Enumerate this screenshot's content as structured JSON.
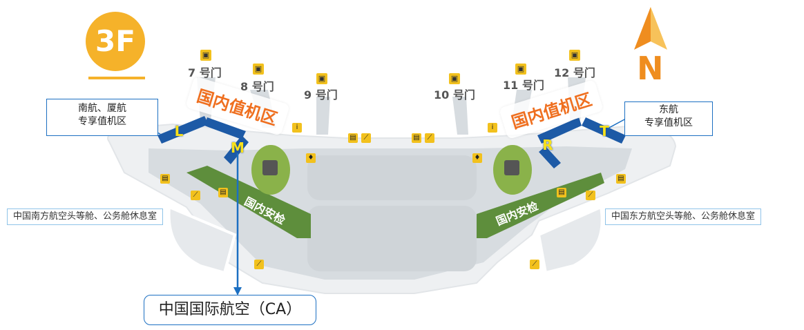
{
  "floor": {
    "label": "3F"
  },
  "compass": {
    "label": "N",
    "color": "#ef8d1f"
  },
  "gates": [
    {
      "label": "7 号门"
    },
    {
      "label": "8 号门"
    },
    {
      "label": "9 号门"
    },
    {
      "label": "10 号门"
    },
    {
      "label": "11 号门"
    },
    {
      "label": "12 号门"
    }
  ],
  "checkin_zones": [
    {
      "label": "国内值机区"
    },
    {
      "label": "国内值机区"
    }
  ],
  "counters": [
    {
      "letter": "L"
    },
    {
      "letter": "M"
    },
    {
      "letter": "R"
    },
    {
      "letter": "T"
    }
  ],
  "callouts": {
    "left_private_checkin": {
      "line1": "南航、厦航",
      "line2": "专享值机区"
    },
    "right_private_checkin": {
      "line1": "东航",
      "line2": "专享值机区"
    },
    "left_lounge": "中国南方航空头等舱、公务舱休息室",
    "right_lounge": "中国东方航空头等舱、公务舱休息室"
  },
  "security": [
    {
      "label": "国内安检"
    },
    {
      "label": "国内安检"
    }
  ],
  "highlight": {
    "label": "中国国际航空（CA）",
    "color": "#1b6fc2"
  },
  "colors": {
    "terminal_floor": "#d7dce0",
    "terminal_edge": "#eef0f2",
    "security_lane": "#5e8e3c",
    "garden": "#8ab24a",
    "counter_blue": "#1d5aa6",
    "accent_orange": "#ef6f1f",
    "badge_yellow": "#f5b22a"
  },
  "icons": [
    "gate-icon",
    "elevator-icon",
    "escalator-icon",
    "restroom-icon",
    "info-icon",
    "compass-arrow-icon"
  ]
}
